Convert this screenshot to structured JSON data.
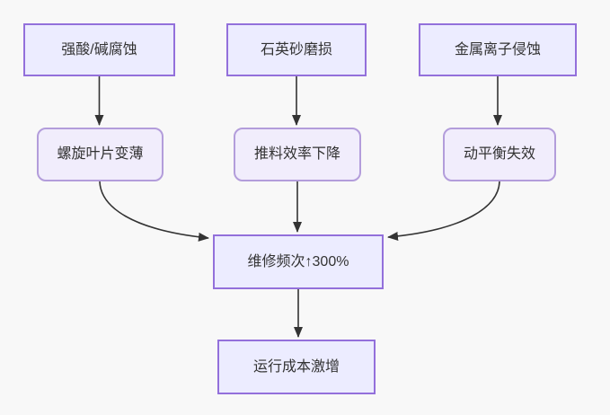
{
  "diagram": {
    "type": "flowchart",
    "direction": "top-down",
    "colors": {
      "canvas_bg": "#f8f8f8",
      "node_fill": "#ECECFF",
      "node_border": "#9370DB",
      "rounded_node_fill": "#F1EDFC",
      "rounded_node_border": "#B39DDB",
      "edge": "#333333",
      "text": "#333333"
    },
    "nodes": {
      "cause1": {
        "label": "强酸/碱腐蚀",
        "shape": "rect"
      },
      "cause2": {
        "label": "石英砂磨损",
        "shape": "rect"
      },
      "cause3": {
        "label": "金属离子侵蚀",
        "shape": "rect"
      },
      "effect1": {
        "label": "螺旋叶片变薄",
        "shape": "rounded"
      },
      "effect2": {
        "label": "推料效率下降",
        "shape": "rounded"
      },
      "effect3": {
        "label": "动平衡失效",
        "shape": "rounded"
      },
      "hub": {
        "label": "维修频次↑300%",
        "shape": "rect"
      },
      "outcome": {
        "label": "运行成本激增",
        "shape": "rect"
      }
    },
    "edges": [
      {
        "from": "cause1",
        "to": "effect1"
      },
      {
        "from": "cause2",
        "to": "effect2"
      },
      {
        "from": "cause3",
        "to": "effect3"
      },
      {
        "from": "effect1",
        "to": "hub"
      },
      {
        "from": "effect2",
        "to": "hub"
      },
      {
        "from": "effect3",
        "to": "hub"
      },
      {
        "from": "hub",
        "to": "outcome"
      }
    ]
  }
}
